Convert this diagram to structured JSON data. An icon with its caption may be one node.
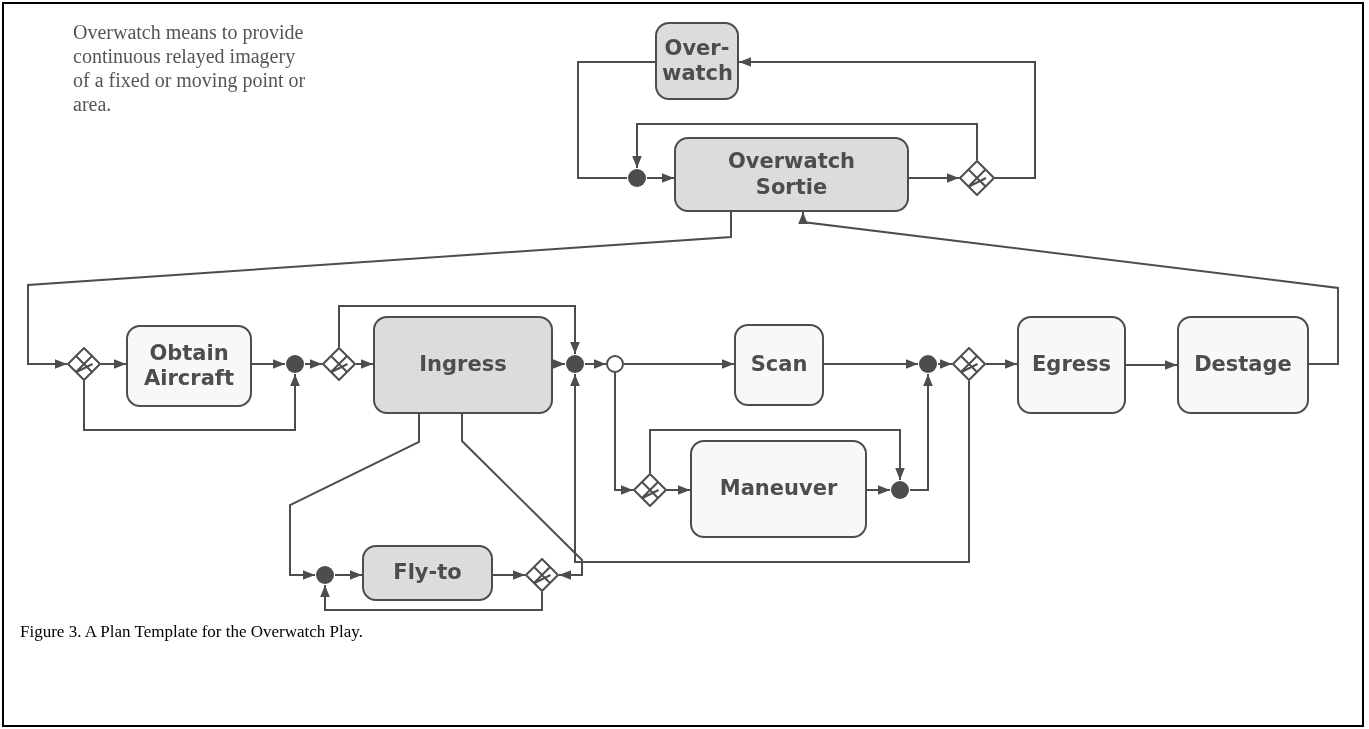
{
  "diagram": {
    "caption": "Figure 3.  A Plan Template for the Overwatch Play.",
    "nodes": [
      {
        "text": [
          "Over-watch"
        ]
      },
      {
        "text": [
          "Overwatch Sortie"
        ]
      },
      {
        "text": [],
        "shape": "circle"
      },
      {
        "text": [],
        "shape": "diamond"
      },
      {
        "text": [],
        "shape": "diamond"
      },
      {
        "text": [
          "Obtain Aircraft"
        ]
      },
      {
        "text": [],
        "shape": "circle"
      },
      {
        "text": [],
        "shape": "diamond"
      },
      {
        "text": [
          "Ingress"
        ]
      },
      {
        "text": [],
        "shape": "circle"
      },
      {
        "text": [],
        "shape": "circle"
      },
      {
        "text": [
          "Scan"
        ]
      },
      {
        "text": [],
        "shape": "circle"
      },
      {
        "text": [],
        "shape": "diamond"
      },
      {
        "text": [
          "Egress"
        ]
      },
      {
        "text": [
          "Destage"
        ]
      },
      {
        "text": [],
        "shape": "diamond"
      },
      {
        "text": [
          "Maneuver"
        ]
      },
      {
        "text": [],
        "shape": "circle"
      },
      {
        "text": [],
        "shape": "circle"
      },
      {
        "text": [
          "Fly-to"
        ]
      },
      {
        "text": [],
        "shape": "diamond"
      }
    ],
    "edges": [
      {
        "from": 0,
        "to": 2,
        "arrow": "none"
      },
      {
        "from": 2,
        "to": 1,
        "arrow": "to"
      },
      {
        "from": 1,
        "to": 3,
        "arrow": "to"
      },
      {
        "from": 3,
        "to": 0,
        "arrow": "to"
      },
      {
        "from": 3,
        "to": 2,
        "arrow": "to"
      },
      {
        "from": 1,
        "to": 4,
        "arrow": "to"
      },
      {
        "from": 4,
        "to": 5,
        "arrow": "to"
      },
      {
        "from": 5,
        "to": 6,
        "arrow": "to"
      },
      {
        "from": 4,
        "to": 6,
        "arrow": "to"
      },
      {
        "from": 6,
        "to": 7,
        "arrow": "to"
      },
      {
        "from": 7,
        "to": 8,
        "arrow": "to"
      },
      {
        "from": 7,
        "to": 9,
        "arrow": "to"
      },
      {
        "from": 8,
        "to": 9,
        "arrow": "to"
      },
      {
        "from": 9,
        "to": 10,
        "arrow": "to"
      },
      {
        "from": 10,
        "to": 11,
        "arrow": "to"
      },
      {
        "from": 11,
        "to": 12,
        "arrow": "to"
      },
      {
        "from": 12,
        "to": 13,
        "arrow": "to"
      },
      {
        "from": 13,
        "to": 14,
        "arrow": "to"
      },
      {
        "from": 14,
        "to": 15,
        "arrow": "to"
      },
      {
        "from": 13,
        "to": 9,
        "arrow": "to"
      },
      {
        "from": 10,
        "to": 16,
        "arrow": "to"
      },
      {
        "from": 16,
        "to": 17,
        "arrow": "to"
      },
      {
        "from": 16,
        "to": 18,
        "arrow": "to"
      },
      {
        "from": 17,
        "to": 18,
        "arrow": "to"
      },
      {
        "from": 18,
        "to": 12,
        "arrow": "to"
      },
      {
        "from": 15,
        "to": 1,
        "arrow": "to"
      },
      {
        "from": 8,
        "to": 19,
        "arrow": "to"
      },
      {
        "from": 8,
        "to": 21,
        "arrow": "to"
      },
      {
        "from": 19,
        "to": 20,
        "arrow": "to"
      },
      {
        "from": 20,
        "to": 21,
        "arrow": "to"
      },
      {
        "from": 21,
        "to": 19,
        "arrow": "to"
      }
    ],
    "labels": [
      "Overwatch means to provide continuous relayed imagery of a fixed or moving point or area."
    ]
  }
}
